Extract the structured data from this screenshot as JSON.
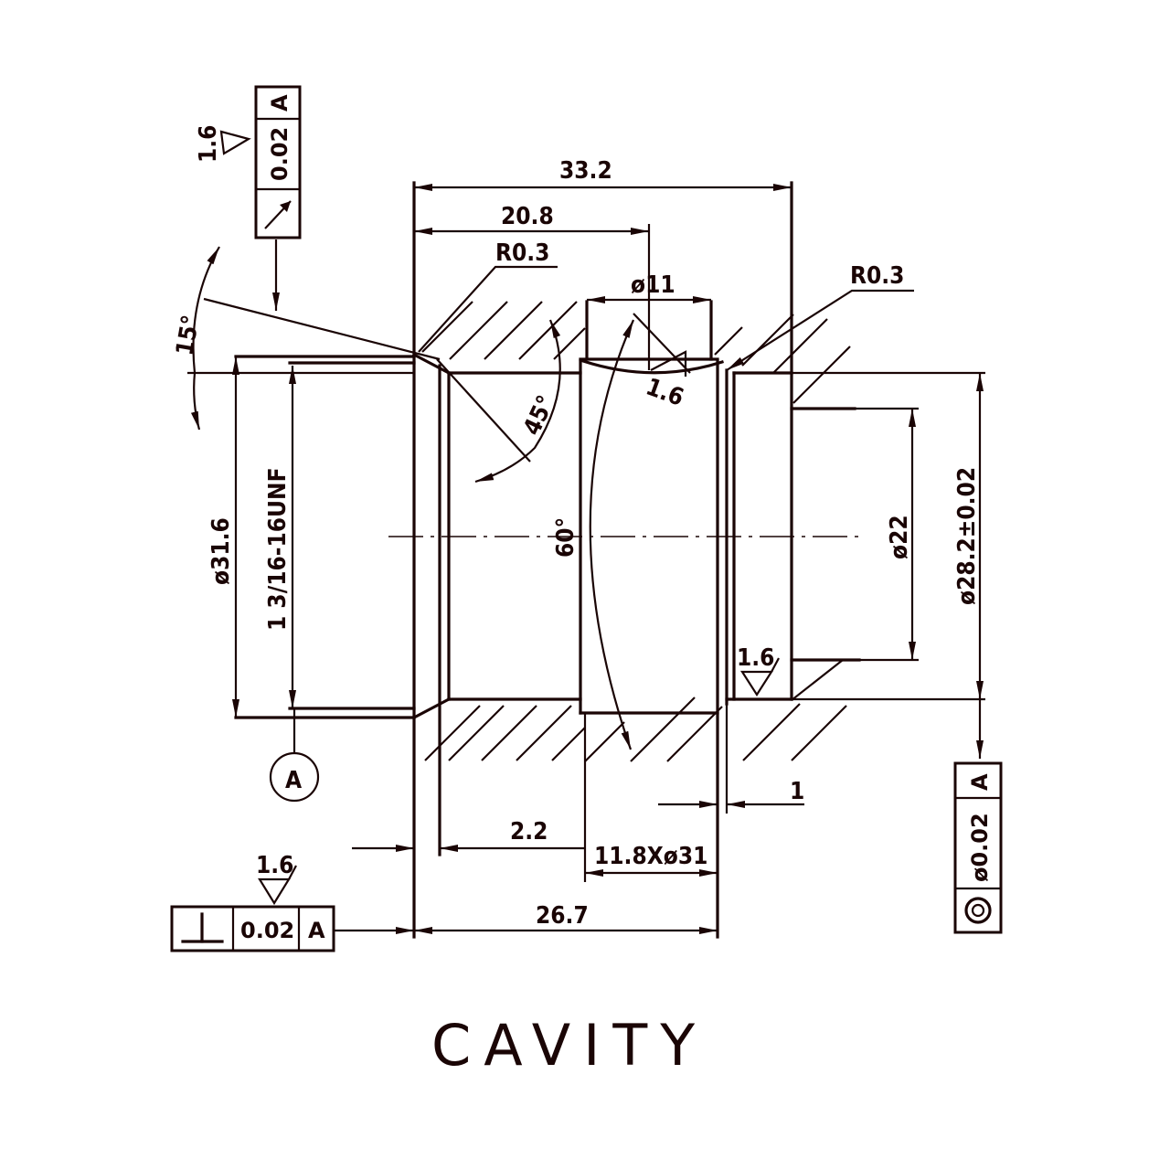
{
  "title": "CAVITY",
  "dims": {
    "overall_length": "33.2",
    "length_20_8": "20.8",
    "radius_top_left": "R0.3",
    "radius_top_right": "R0.3",
    "dia_11": "ø11",
    "angle_15": "15°",
    "angle_45": "45°",
    "angle_60": "60°",
    "finish_top": "1.6",
    "dia_31_6": "ø31.6",
    "thread": "1 3/16-16UNF",
    "dia_22": "ø22",
    "dia_28_2": "ø28.2±0.02",
    "finish_bottom_right": "1.6",
    "step_1": "1",
    "depth_2_2": "2.2",
    "groove": "11.8Xø31",
    "length_26_7": "26.7",
    "datum": "A",
    "finish_left_top": "1.6",
    "finish_bottom_left": "1.6"
  },
  "gdt": {
    "runout": {
      "symbol": "runout-icon",
      "tolerance": "0.02",
      "datum": "A"
    },
    "perpendicular": {
      "symbol": "perpendicularity-icon",
      "tolerance": "0.02",
      "datum": "A"
    },
    "concentric": {
      "symbol": "concentricity-icon",
      "tolerance": "ø0.02",
      "datum": "A"
    }
  },
  "colors": {
    "line": "#1a0505",
    "background": "#ffffff"
  }
}
